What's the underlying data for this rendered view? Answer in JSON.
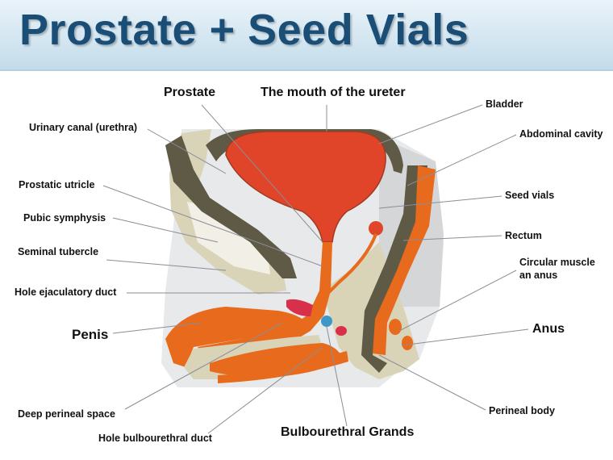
{
  "title": "Prostate + Seed Vials",
  "labels": {
    "prostate": "Prostate",
    "ureter_mouth": "The mouth of the ureter",
    "bladder": "Bladder",
    "urethra": "Urinary canal (urethra)",
    "abdominal_cavity": "Abdominal cavity",
    "prostatic_utricle": "Prostatic utricle",
    "seed_vials": "Seed vials",
    "pubic_symphysis": "Pubic symphysis",
    "rectum": "Rectum",
    "seminal_tubercle": "Seminal tubercle",
    "circular_muscle_line1": "Circular muscle",
    "circular_muscle_line2": "an anus",
    "ejaculatory_duct": "Hole ejaculatory duct",
    "penis": "Penis",
    "anus": "Anus",
    "deep_perineal_space": "Deep perineal space",
    "perineal_body": "Perineal body",
    "bulbourethral_duct": "Hole bulbourethral duct",
    "bulbourethral_glands": "Bulbourethral Grands"
  },
  "colors": {
    "title": "#1b4e76",
    "header_bg": "#cfe3ef",
    "bladder_red": "#e0452a",
    "orange_tissue": "#e86a1c",
    "dark_wall": "#5e5a45",
    "bone_beige": "#d9d3b8",
    "grey_cavity": "#d4d6d8",
    "duct_red": "#d8304a",
    "gland_blue": "#3f97c8",
    "leader_line": "#8b8d96"
  }
}
